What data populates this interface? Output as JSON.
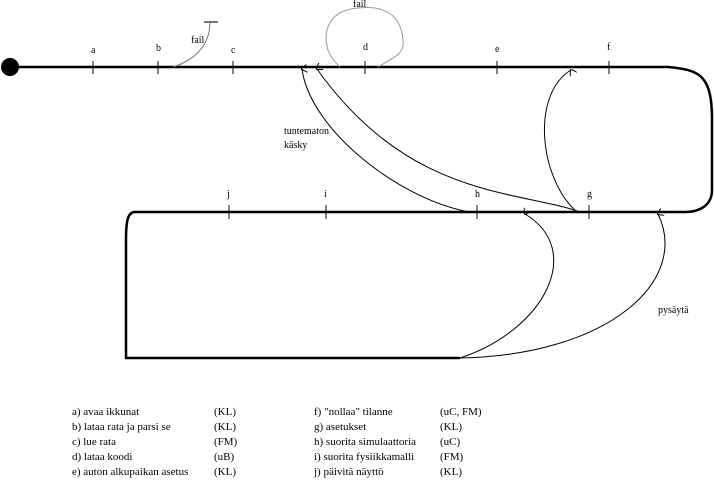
{
  "ticks_top": [
    "a",
    "b",
    "c",
    "d",
    "e",
    "f"
  ],
  "ticks_bottom": [
    "j",
    "i",
    "h",
    "g"
  ],
  "annotations": {
    "fail_1": "fail",
    "fail_2": "fail",
    "unknown_command_line1": "tuntematon",
    "unknown_command_line2": "käsky",
    "stop": "pysäytä"
  },
  "legend_left": [
    {
      "label": "a) avaa ikkunat",
      "owner": "(KL)"
    },
    {
      "label": "b) lataa rata ja parsi se",
      "owner": "(KL)"
    },
    {
      "label": "c) lue rata",
      "owner": "(FM)"
    },
    {
      "label": "d) lataa koodi",
      "owner": "(uB)"
    },
    {
      "label": "e) auton alkupaikan asetus",
      "owner": "(KL)"
    }
  ],
  "legend_right": [
    {
      "label": "f) \"nollaa\" tilanne",
      "owner": "(uC, FM)"
    },
    {
      "label": "g) asetukset",
      "owner": "(KL)"
    },
    {
      "label": "h) suorita simulaattoria",
      "owner": "(uC)"
    },
    {
      "label": "i) suorita fysiikkamalli",
      "owner": "(FM)"
    },
    {
      "label": "j) päivitä näyttö",
      "owner": "(KL)"
    }
  ]
}
